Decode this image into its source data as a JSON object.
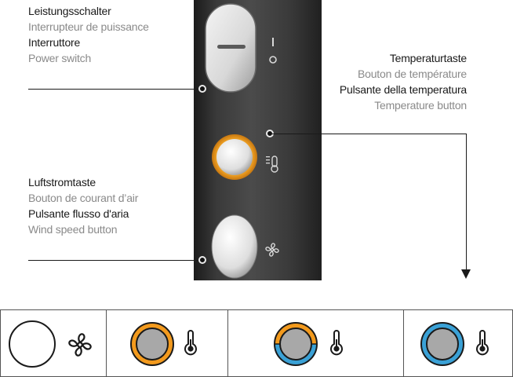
{
  "power_switch": {
    "lines": [
      "Leistungsschalter",
      "Interrupteur de puissance",
      "Interruttore",
      "Power switch"
    ],
    "symbol_on": "I",
    "symbol_off": "O"
  },
  "temperature_button": {
    "lines": [
      "Temperaturtaste",
      "Bouton de température",
      "Pulsante della temperatura",
      "Temperature button"
    ],
    "icon": "thermometer-heat-icon"
  },
  "wind_button": {
    "lines": [
      "Luftstromtaste",
      "Bouton de courant d’air",
      "Pulsante flusso d'aria",
      "Wind speed button"
    ],
    "icon": "fan-icon"
  },
  "legend": {
    "cells": [
      {
        "ring": "white",
        "icon": "fan-icon"
      },
      {
        "ring": "orange",
        "icon": "thermometer-icon"
      },
      {
        "ring": "orange-blue",
        "icon": "thermometer-icon"
      },
      {
        "ring": "blue",
        "icon": "thermometer-icon"
      }
    ]
  },
  "colors": {
    "orange": "#e8961e",
    "blue": "#3aa1d6",
    "button_grey": "#a8a8a8",
    "line": "#1a1a1a"
  }
}
